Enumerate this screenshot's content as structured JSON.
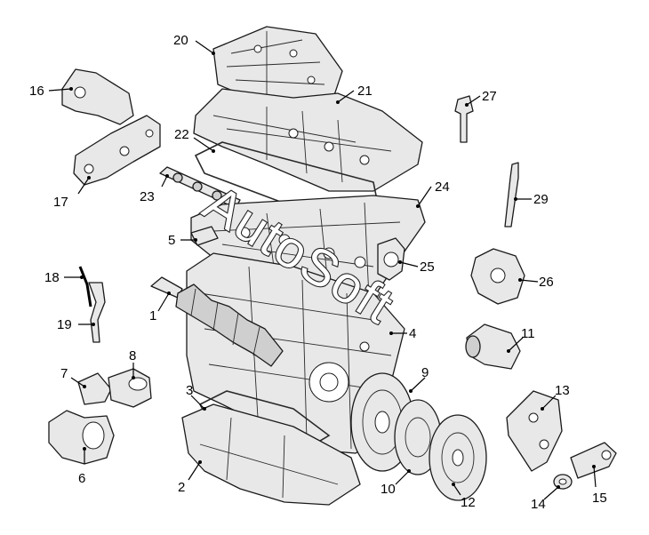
{
  "watermark": "AutoSoft",
  "callouts": {
    "c1": "1",
    "c2": "2",
    "c3": "3",
    "c4": "4",
    "c5": "5",
    "c6": "6",
    "c7": "7",
    "c8": "8",
    "c9": "9",
    "c10": "10",
    "c11": "11",
    "c12": "12",
    "c13": "13",
    "c14": "14",
    "c15": "15",
    "c16": "16",
    "c17": "17",
    "c18": "18",
    "c19": "19",
    "c20": "20",
    "c21": "21",
    "c22": "22",
    "c23": "23",
    "c24": "24",
    "c25": "25",
    "c26": "26",
    "c27": "27",
    "c29": "29"
  }
}
